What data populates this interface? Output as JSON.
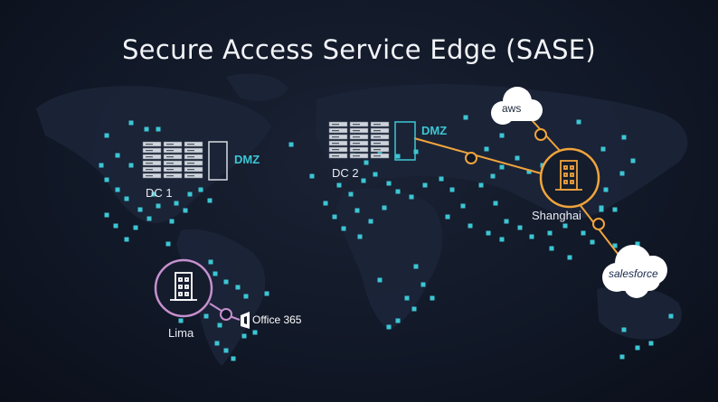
{
  "title": "Secure Access Service Edge (SASE)",
  "colors": {
    "accent_cyan": "#3cc6d4",
    "route_orange": "#f0a43c",
    "lima_purple": "#c690cf",
    "background": "#111827"
  },
  "sites": {
    "dc1": {
      "label": "DC 1",
      "dmz": "DMZ"
    },
    "dc2": {
      "label": "DC 2",
      "dmz": "DMZ"
    },
    "shanghai": {
      "label": "Shanghai",
      "icon": "building-icon"
    },
    "lima": {
      "label": "Lima",
      "icon": "building-icon"
    }
  },
  "services": {
    "aws": {
      "label": "aws",
      "icon": "cloud-icon"
    },
    "salesforce": {
      "label": "salesforce",
      "icon": "cloud-icon"
    },
    "office365": {
      "label": "Office 365",
      "icon": "office-logo-icon"
    }
  }
}
